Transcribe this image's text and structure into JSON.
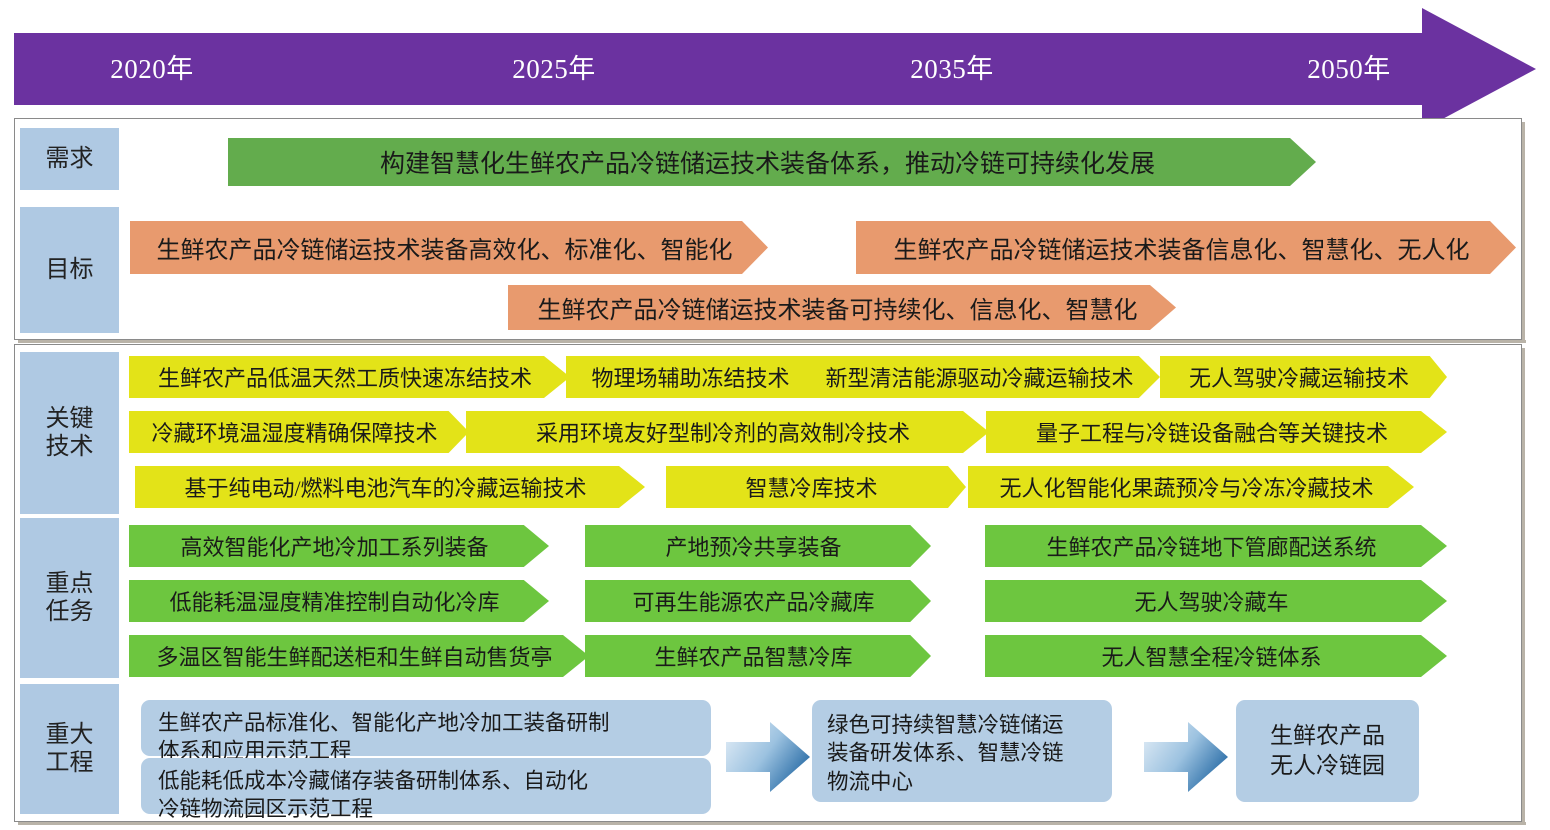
{
  "timeline": {
    "years": [
      "2020年",
      "2025年",
      "2035年",
      "2050年"
    ],
    "color": "#6B32A0"
  },
  "row_labels": [
    {
      "name": "demand",
      "text": "需求"
    },
    {
      "name": "goal",
      "text": "目标"
    },
    {
      "name": "key-tech",
      "text": "关键\n技术"
    },
    {
      "name": "key-task",
      "text": "重点\n任务"
    },
    {
      "name": "major-proj",
      "text": "重大\n工程"
    }
  ],
  "row_labels_display": {
    "demand": "需求",
    "goal": "目标",
    "key_tech_l1": "关键",
    "key_tech_l2": "技术",
    "key_task_l1": "重点",
    "key_task_l2": "任务",
    "major_proj_l1": "重大",
    "major_proj_l2": "工程"
  },
  "demand": {
    "items": [
      {
        "label": "构建智慧化生鲜农产品冷链储运技术装备体系，推动冷链可持续化发展",
        "color": "#63AC4D"
      }
    ]
  },
  "goal": {
    "items": [
      {
        "label": "生鲜农产品冷链储运技术装备高效化、标准化、智能化",
        "color": "#E89A6E"
      },
      {
        "label": "生鲜农产品冷链储运技术装备信息化、智慧化、无人化",
        "color": "#E89A6E"
      },
      {
        "label": "生鲜农产品冷链储运技术装备可持续化、信息化、智慧化",
        "color": "#E89A6E"
      }
    ]
  },
  "key_technology": {
    "color": "#E3E318",
    "rows": [
      [
        "生鲜农产品低温天然工质快速冻结技术",
        "物理场辅助冻结技术",
        "新型清洁能源驱动冷藏运输技术",
        "无人驾驶冷藏运输技术"
      ],
      [
        "冷藏环境温湿度精确保障技术",
        "采用环境友好型制冷剂的高效制冷技术",
        "量子工程与冷链设备融合等关键技术"
      ],
      [
        "基于纯电动/燃料电池汽车的冷藏运输技术",
        "智慧冷库技术",
        "无人化智能化果蔬预冷与冷冻冷藏技术"
      ]
    ]
  },
  "key_task": {
    "color": "#6DC63F",
    "rows": [
      [
        "高效智能化产地冷加工系列装备",
        "产地预冷共享装备",
        "生鲜农产品冷链地下管廊配送系统"
      ],
      [
        "低能耗温湿度精准控制自动化冷库",
        "可再生能源农产品冷藏库",
        "无人驾驶冷藏车"
      ],
      [
        "多温区智能生鲜配送柜和生鲜自动售货亭",
        "生鲜农产品智慧冷库",
        "无人智慧全程冷链体系"
      ]
    ]
  },
  "major_project": {
    "color": "#B4CDE4",
    "stage1": [
      "生鲜农产品标准化、智能化产地冷加工装备研制\n体系和应用示范工程",
      "低能耗低成本冷藏储存装备研制体系、自动化\n冷链物流园区示范工程"
    ],
    "stage1_lines": [
      [
        "生鲜农产品标准化、智能化产地冷加工装备研制",
        "体系和应用示范工程"
      ],
      [
        "低能耗低成本冷藏储存装备研制体系、自动化",
        "冷链物流园区示范工程"
      ]
    ],
    "stage2_lines": [
      "绿色可持续智慧冷链储运",
      "装备研发体系、智慧冷链",
      "物流中心"
    ],
    "stage3_lines": [
      "生鲜农产品",
      "无人冷链园"
    ],
    "connector_icon": "right-arrow-icon"
  }
}
